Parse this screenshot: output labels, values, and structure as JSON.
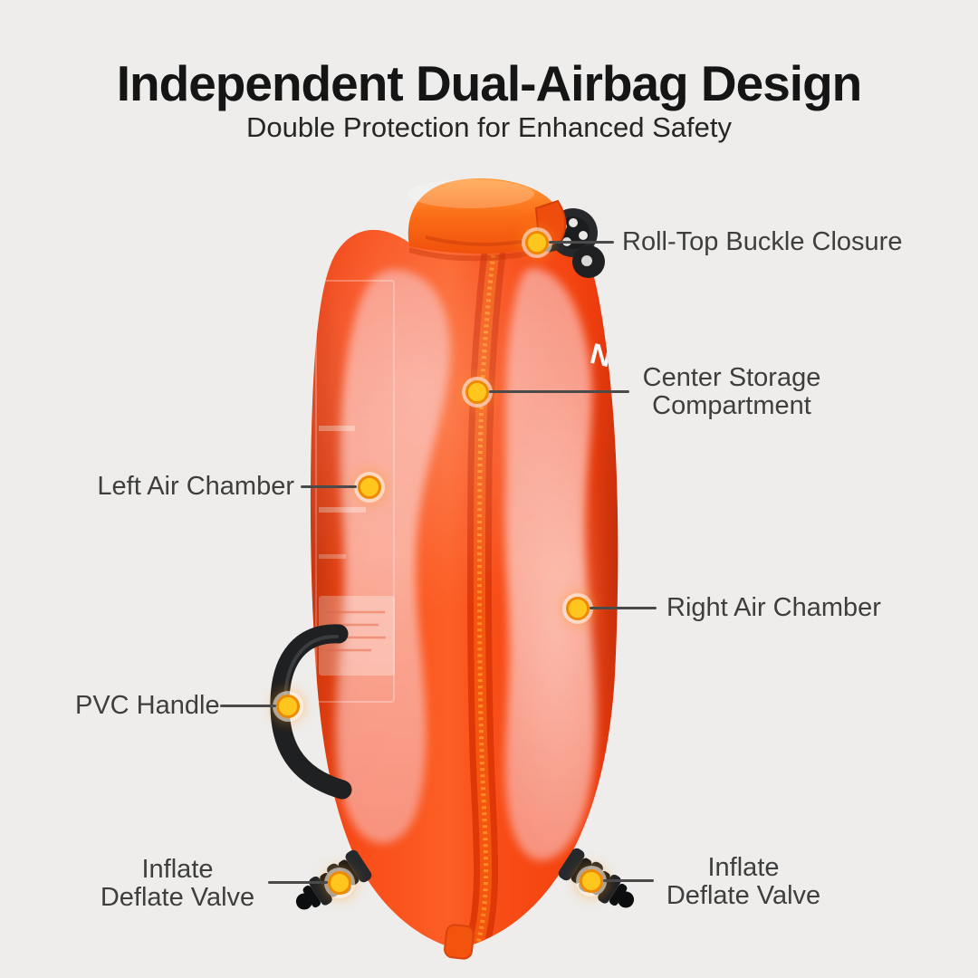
{
  "header": {
    "title": "Independent Dual-Airbag Design",
    "subtitle": "Double Protection for Enhanced Safety"
  },
  "callouts": {
    "roll_top": {
      "lines": [
        "Roll-Top Buckle Closure"
      ]
    },
    "center_storage": {
      "lines": [
        "Center Storage",
        "Compartment"
      ]
    },
    "left_chamber": {
      "lines": [
        "Left Air Chamber"
      ]
    },
    "right_chamber": {
      "lines": [
        "Right Air Chamber"
      ]
    },
    "pvc_handle": {
      "lines": [
        "PVC Handle"
      ]
    },
    "valve_left": {
      "lines": [
        "Inflate",
        "Deflate Valve"
      ]
    },
    "valve_right": {
      "lines": [
        "Inflate",
        "Deflate Valve"
      ]
    }
  },
  "buoy": {
    "logo_fragment": "N"
  },
  "colors": {
    "background": "#EEEDEB",
    "buoy_orange": "#F94E18",
    "chamber_panel": "#F9A794",
    "seam_orange": "#E23A0B",
    "callout_dot": "#FFC71E",
    "dot_ring": "#EE8A00",
    "leader_line": "#4A4A4A",
    "title_text": "#151515",
    "label_text": "#3E3E3E",
    "hardware_black": "#1E2022"
  }
}
